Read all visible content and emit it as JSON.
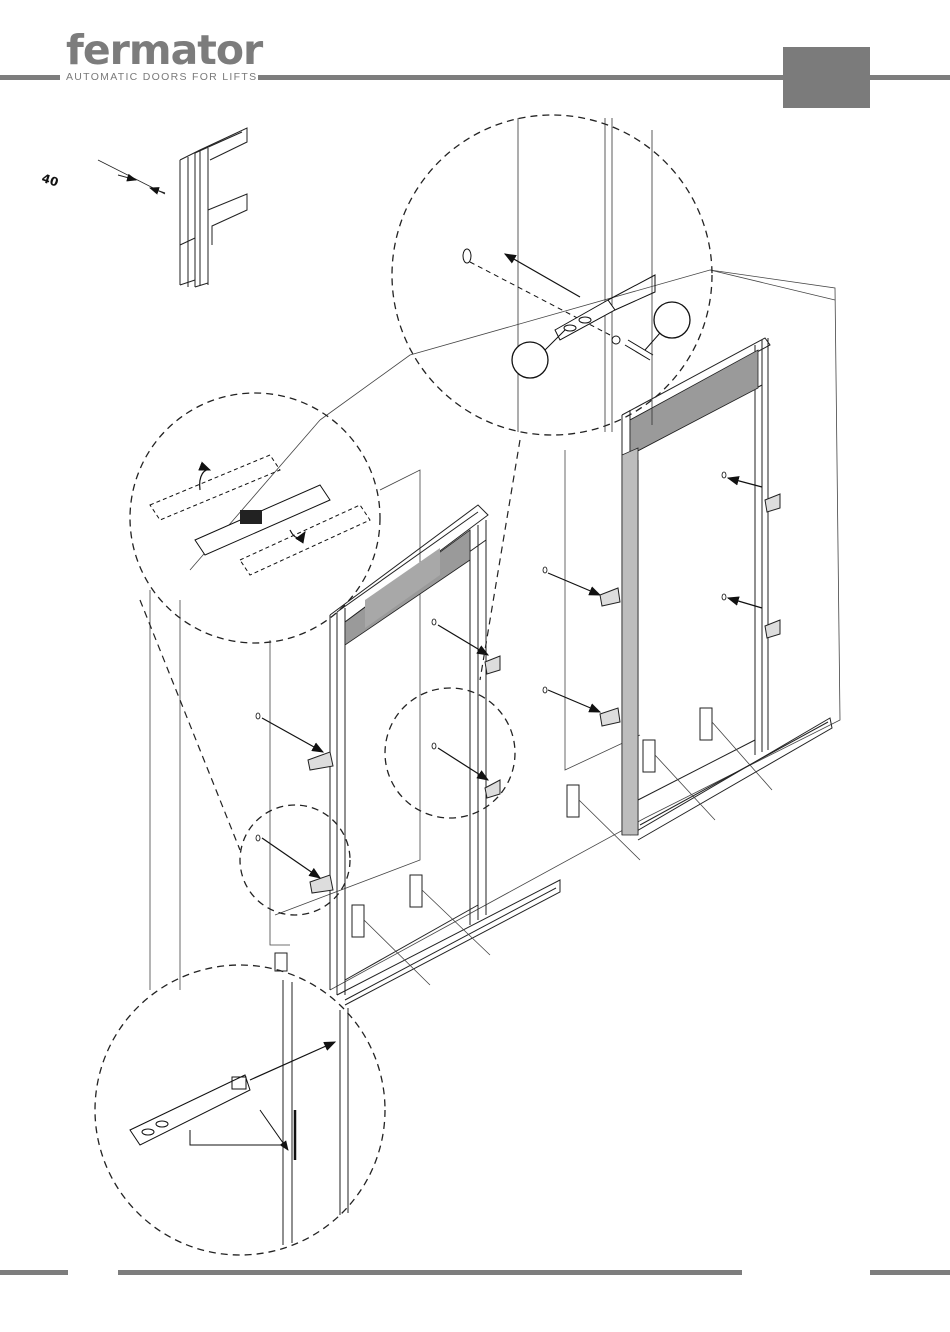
{
  "header": {
    "brand_name": "fermator",
    "tagline": "AUTOMATIC DOORS FOR LIFTS",
    "accent_color": "#7d7d7d"
  },
  "drawing": {
    "dimension_label": "40"
  }
}
